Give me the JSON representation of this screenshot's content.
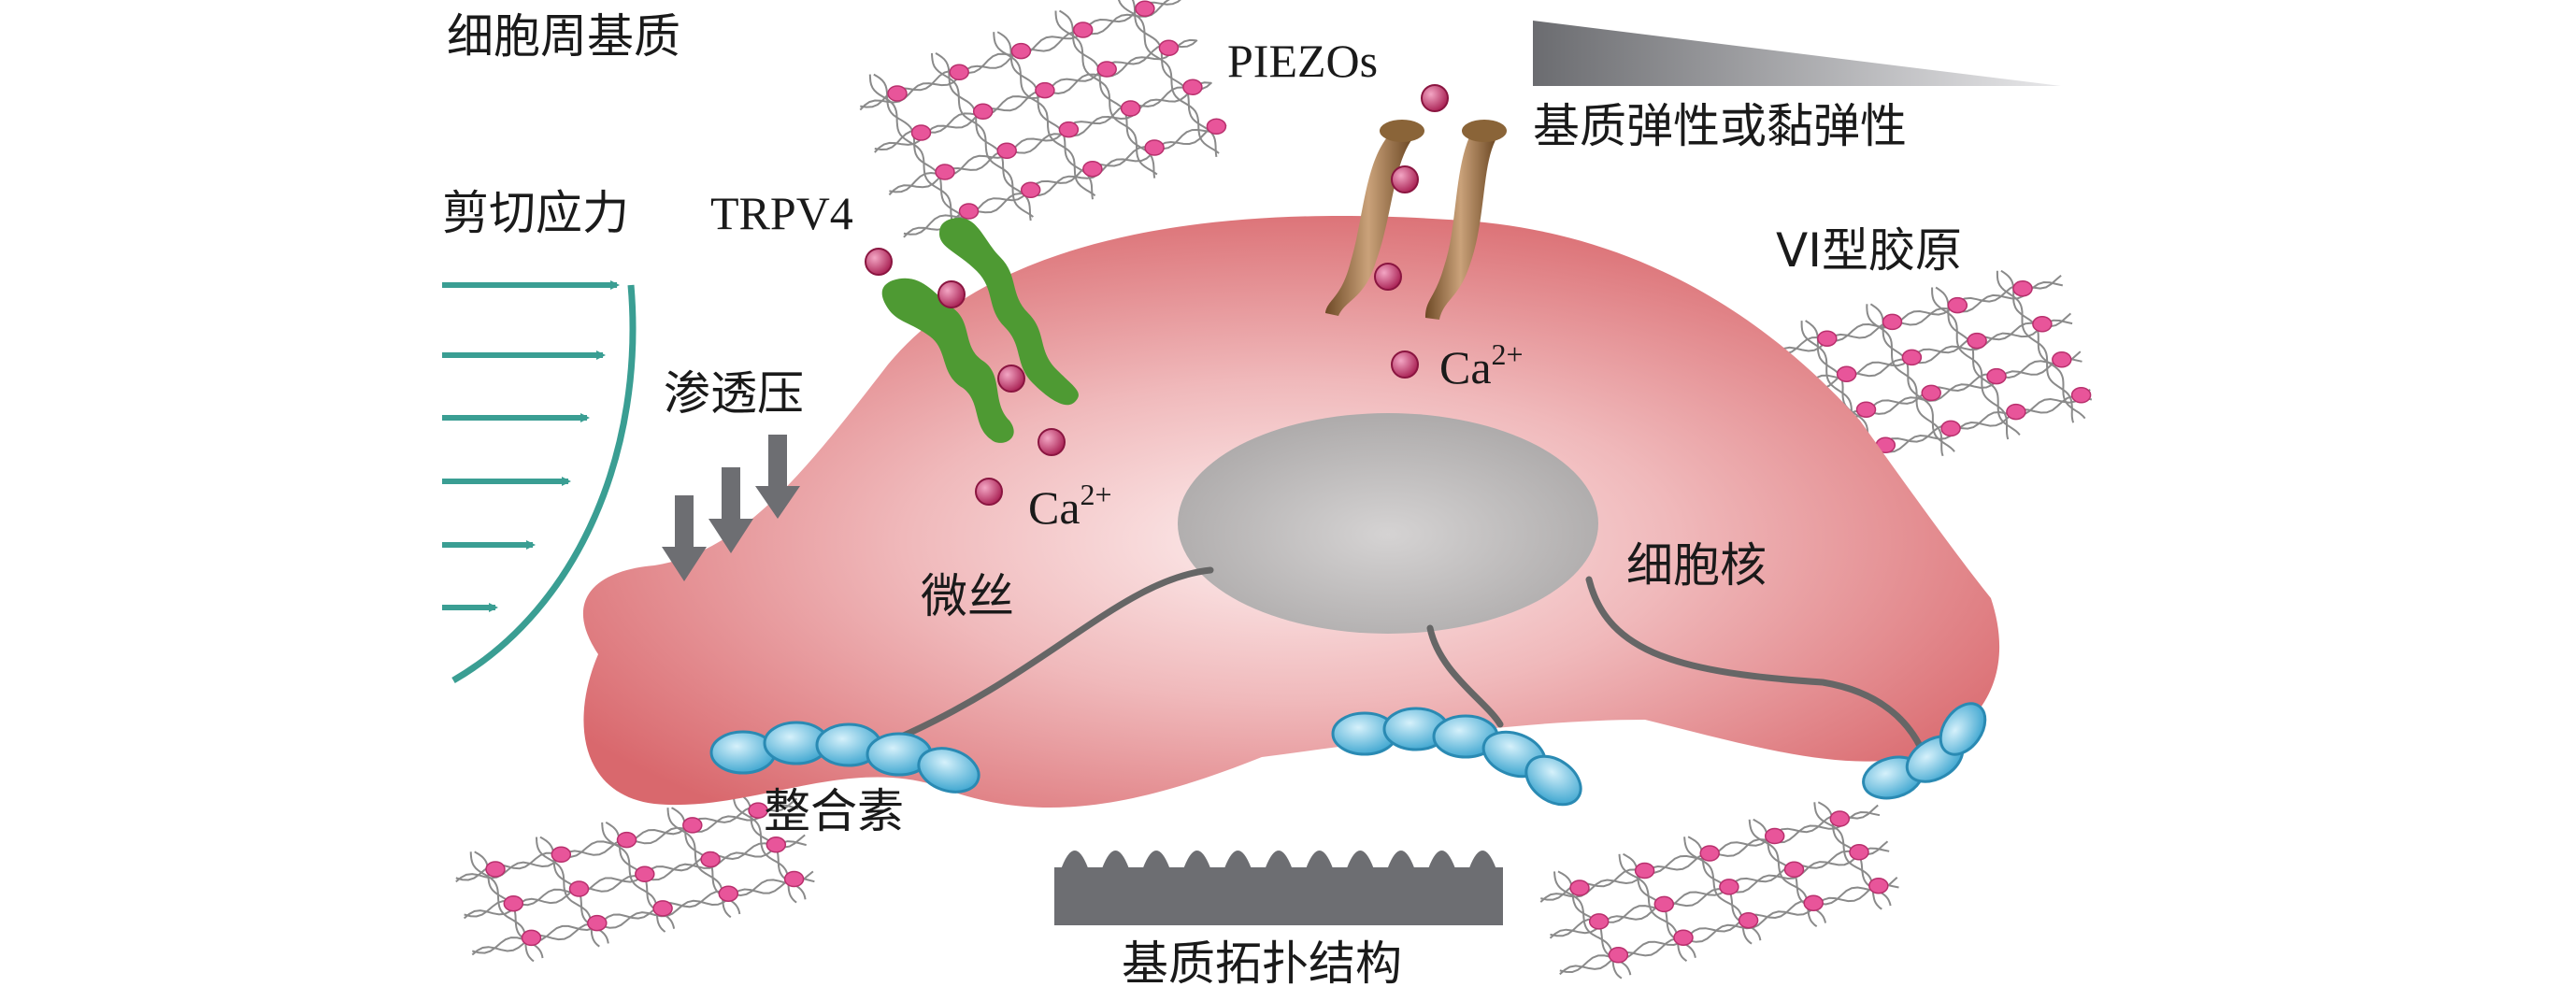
{
  "labels": {
    "pericellular_matrix": "细胞周基质",
    "piezos": "PIEZOs",
    "stiffness": "基质弹性或黏弹性",
    "shear_stress": "剪切应力",
    "trpv4": "TRPV4",
    "collagen_vi": "VI型胶原",
    "osmotic": "渗透压",
    "ca_left": "Ca",
    "ca_right": "Ca",
    "ca_sup": "2+",
    "microfilament": "微丝",
    "nucleus": "细胞核",
    "integrin": "整合素",
    "topology": "基质拓扑结构"
  },
  "colors": {
    "cell_edge": "#d96a6e",
    "cell_center": "#fbe3e3",
    "nucleus": "#b9b6b6",
    "shear_arrow": "#3a9e93",
    "pressure_arrow": "#6d6e72",
    "trpv4": "#4e9a33",
    "piezo": "#9a6a3a",
    "ion": "#b0245a",
    "integrin": "#4fb3d9",
    "fiber": "#8a8a8a",
    "collagen_node": "#e8559a",
    "filament": "#666666",
    "topology": "#6d6e72"
  },
  "icons": {
    "shear_arrows": "arrow-right-icon",
    "pressure_arrows": "arrow-down-icon",
    "gradient": "wedge-gradient-icon"
  }
}
